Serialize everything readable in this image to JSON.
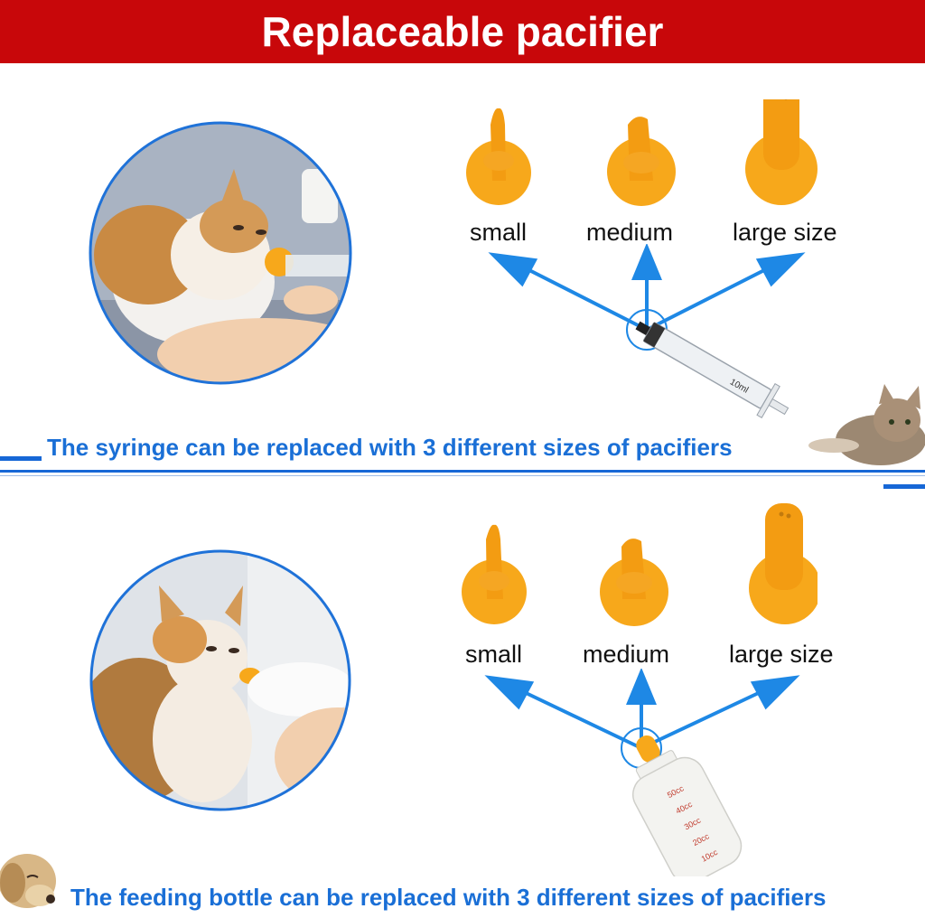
{
  "banner": {
    "title": "Replaceable pacifier"
  },
  "section_top": {
    "sizes": [
      "small",
      "medium",
      "large size"
    ],
    "caption": "The syringe can be replaced with 3 different sizes of pacifiers",
    "syringe_label": "10ml"
  },
  "section_bottom": {
    "sizes": [
      "small",
      "medium",
      "large size"
    ],
    "caption": "The feeding bottle can be replaced with 3 different sizes of pacifiers",
    "bottle_marks": [
      "50cc",
      "40cc",
      "30cc",
      "20cc",
      "10cc"
    ]
  },
  "colors": {
    "banner": "#c8070a",
    "arrow": "#1e88e5",
    "caption": "#1a6fd6",
    "pacifier": "#f7a81b"
  }
}
